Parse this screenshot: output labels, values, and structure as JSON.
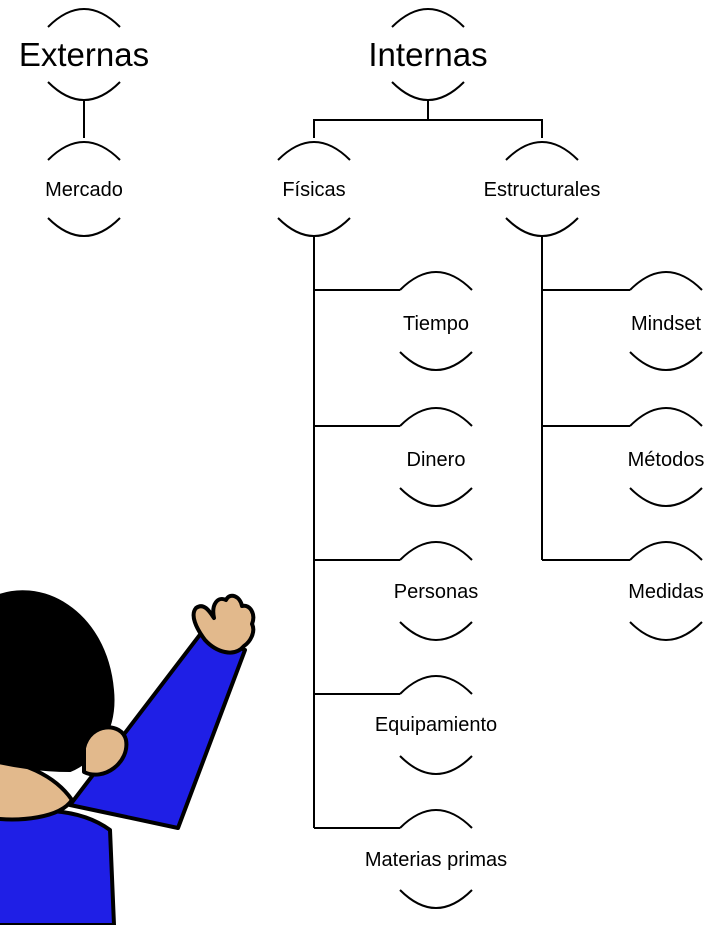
{
  "diagram": {
    "roots": {
      "externas": "Externas",
      "internas": "Internas"
    },
    "externas_children": {
      "mercado": "Mercado"
    },
    "internas_children": {
      "fisicas": "Físicas",
      "estructurales": "Estructurales"
    },
    "fisicas_items": {
      "tiempo": "Tiempo",
      "dinero": "Dinero",
      "personas": "Personas",
      "equipamiento": "Equipamiento",
      "materias_primas": "Materias primas"
    },
    "estructurales_items": {
      "mindset": "Mindset",
      "metodos": "Métodos",
      "medidas": "Medidas"
    }
  },
  "colors": {
    "line": "#000000",
    "shirt": "#1f1fe6",
    "skin": "#e2b98c",
    "hair": "#000000"
  },
  "icons": {
    "illustration": "person-raising-hand-icon"
  }
}
